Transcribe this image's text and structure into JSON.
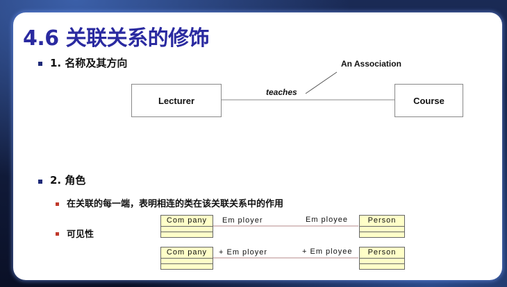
{
  "title": "4.6 关联关系的修饰",
  "section1": {
    "heading": "1. 名称及其方向",
    "left_class": "Lecturer",
    "right_class": "Course",
    "association_name": "teaches",
    "annotation": "An Association"
  },
  "section2": {
    "heading": "2. 角色",
    "point1": "在关联的每一端，表明相连的类在该关联关系中的作用",
    "point2": "可见性",
    "diagram1": {
      "left_class": "Com pany",
      "right_class": "Person",
      "left_role": "Em ployer",
      "right_role": "Em ployee"
    },
    "diagram2": {
      "left_class": "Com pany",
      "right_class": "Person",
      "left_role": "+ Em ployer",
      "right_role": "+ Em ployee"
    }
  },
  "colors": {
    "title": "#2a2aa0",
    "uml_fill": "#ffffc8",
    "association_line": "#b58a8a"
  }
}
